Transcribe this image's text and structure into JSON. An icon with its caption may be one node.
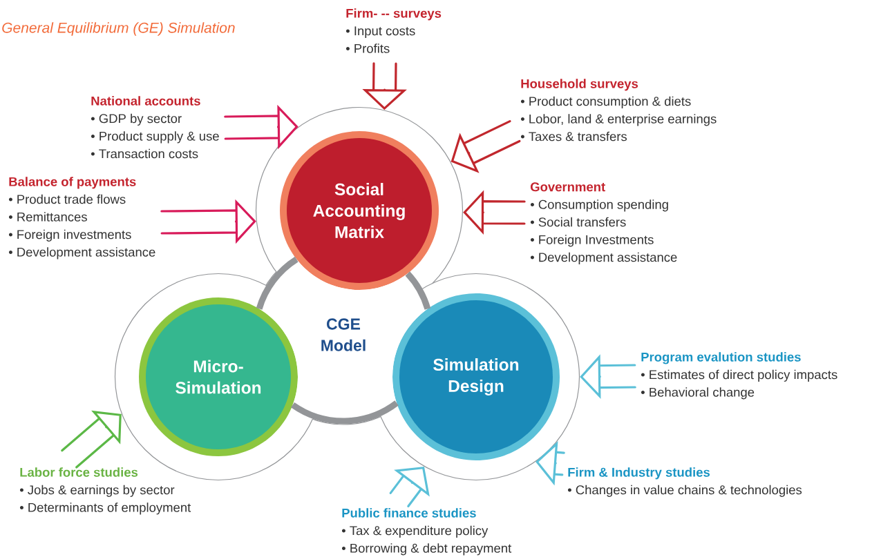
{
  "diagram": {
    "title": "General Equilibrium (GE) Simulation",
    "nodes": [
      {
        "text": [
          "Firm- -- surveys",
          "• Input costs",
          "• Profits"
        ]
      },
      {
        "text": [
          "National accounts",
          "• GDP by sector",
          "• Product supply & use",
          "• Transaction costs"
        ]
      },
      {
        "text": [
          "Household surveys",
          "• Product consumption & diets",
          "• Lobor, land & enterprise earnings",
          "• Taxes & transfers"
        ]
      },
      {
        "text": [
          "Balance of payments",
          "• Product trade flows",
          "• Remittances",
          "• Foreign investments",
          "• Development assistance"
        ]
      },
      {
        "text": [
          "Government",
          "• Consumption spending",
          "• Social transfers",
          "• Foreign Investments",
          "• Development assistance"
        ]
      },
      {
        "text": [
          "Social Accounting Matrix"
        ]
      },
      {
        "text": [
          "CGE Model"
        ]
      },
      {
        "text": [
          "Micro-Simulation"
        ]
      },
      {
        "text": [
          "Simulation Design"
        ]
      },
      {
        "text": [
          "Program evalution studies",
          "• Estimates of direct policy impacts",
          "• Behavioral change"
        ]
      },
      {
        "text": [
          "Firm & Industry studies",
          "• Changes in value chains & technologies"
        ]
      },
      {
        "text": [
          "Labor force studies",
          "• Jobs & earnings by sector",
          "• Determinants of employment"
        ]
      },
      {
        "text": [
          "Public finance studies",
          "• Tax & expenditure policy",
          "• Borrowing & debt repayment"
        ]
      }
    ],
    "edges": [
      {
        "from": 0,
        "to": 5,
        "arrow": "to",
        "color": "#c1272d"
      },
      {
        "from": 1,
        "to": 5,
        "arrow": "to",
        "color": "#d81b5a"
      },
      {
        "from": 2,
        "to": 5,
        "arrow": "to",
        "color": "#c1272d"
      },
      {
        "from": 3,
        "to": 5,
        "arrow": "to",
        "color": "#d81b5a"
      },
      {
        "from": 4,
        "to": 5,
        "arrow": "to",
        "color": "#c1272d"
      },
      {
        "from": 9,
        "to": 8,
        "arrow": "to",
        "color": "#5bc0d8"
      },
      {
        "from": 10,
        "to": 8,
        "arrow": "to",
        "color": "#5bc0d8"
      },
      {
        "from": 11,
        "to": 7,
        "arrow": "to",
        "color": "#5bb846"
      },
      {
        "from": 12,
        "to": 8,
        "arrow": "to",
        "color": "#5bc0d8"
      }
    ]
  }
}
